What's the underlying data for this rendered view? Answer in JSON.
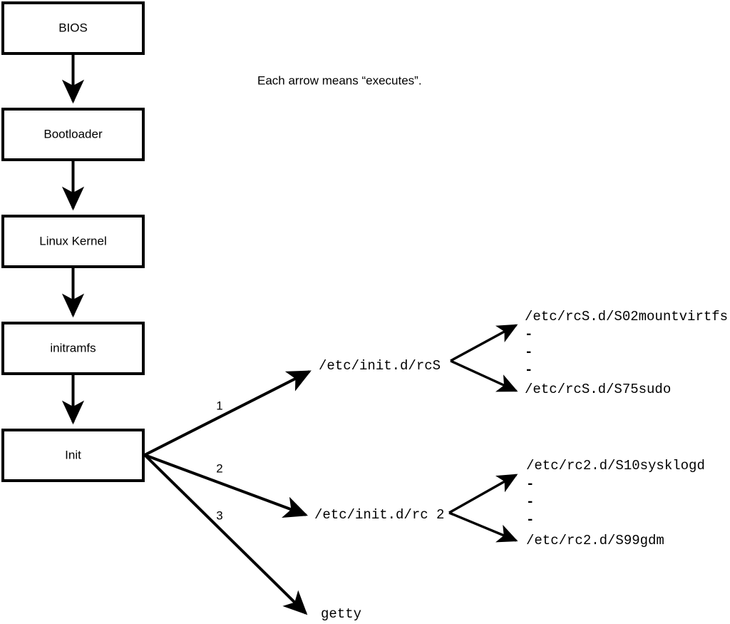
{
  "diagram": {
    "caption": "Each arrow means “executes”.",
    "boot_chain": [
      {
        "id": "bios",
        "label": "BIOS"
      },
      {
        "id": "bootloader",
        "label": "Bootloader"
      },
      {
        "id": "linux-kernel",
        "label": "Linux Kernel"
      },
      {
        "id": "initramfs",
        "label": "initramfs"
      },
      {
        "id": "init",
        "label": "Init"
      }
    ],
    "init_branches": [
      {
        "number": "1",
        "target": "/etc/init.d/rcS"
      },
      {
        "number": "2",
        "target": "/etc/init.d/rc 2"
      },
      {
        "number": "3",
        "target": "getty"
      }
    ],
    "rcs_scripts": {
      "first": "/etc/rcS.d/S02mountvirtfs",
      "last": "/etc/rcS.d/S75sudo",
      "ellipsis": "-"
    },
    "rc2_scripts": {
      "first": "/etc/rc2.d/S10sysklogd",
      "last": "/etc/rc2.d/S99gdm",
      "ellipsis": "-"
    },
    "colors": {
      "stroke": "#000000",
      "fill": "#ffffff",
      "text": "#000000"
    }
  }
}
